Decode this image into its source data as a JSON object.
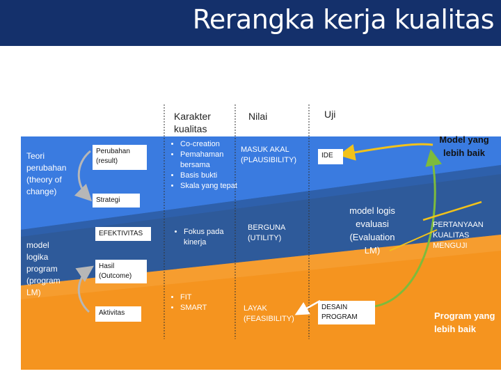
{
  "title": "Rerangka kerja kualitas",
  "headers": {
    "karakter": "Karakter kualitas",
    "nilai": "Nilai",
    "uji": "Uji"
  },
  "left": {
    "teori": "Teori perubahan (theory of change)",
    "model": "model logika program (program LM)"
  },
  "boxes": {
    "perubahan": "Perubahan (result)",
    "strategi": "Strategi",
    "efektivitas": "EFEKTIVITAS",
    "hasil": "Hasil (Outcome)",
    "aktivitas": "Aktivitas",
    "ide": "IDE",
    "desain": "DESAIN PROGRAM"
  },
  "bullets_top": [
    "Co-creation",
    "Pemahaman bersama",
    "Basis bukti",
    "Skala yang tepat"
  ],
  "bullets_mid": [
    "Fokus pada kinerja"
  ],
  "bullets_bot": [
    "FIT",
    "SMART"
  ],
  "nilai": {
    "plausibility": "MASUK AKAL (PLAUSIBILITY)",
    "utility": "BERGUNA (UTILITY)",
    "feasibility": "LAYAK (FEASIBILITY)"
  },
  "evaluasi": "model logis evaluasi (Evaluation LM)",
  "right": {
    "model_baik": "Model yang lebih baik",
    "pertanyaan": "PERTANYAAN KUALITAS MENGUJI",
    "program_baik": "Program yang lebih baik"
  },
  "colors": {
    "title_bar": "#14306b",
    "blue_top": "#2f6fd1",
    "blue_mid": "#2e5a9a",
    "orange": "#f5941f",
    "arrow_gray": "#b7b7b7",
    "arrow_yellow": "#f2c21a",
    "arrow_green": "#7dbb3c",
    "dashed_line": "#333333"
  }
}
